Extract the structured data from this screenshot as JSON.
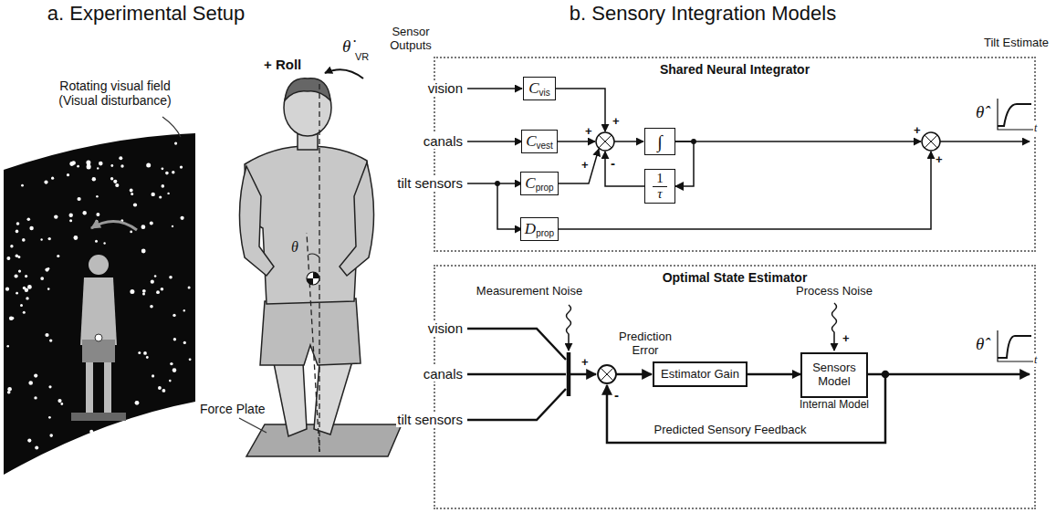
{
  "diagram": {
    "nodes": [
      {
        "text": [
          "Shared Neural Integrator"
        ]
      },
      {
        "text": [
          "C",
          "vis"
        ],
        "in": 0
      },
      {
        "text": [
          "C",
          "vest"
        ],
        "in": 0
      },
      {
        "text": [
          "C",
          "prop"
        ],
        "in": 0
      },
      {
        "text": [
          "∫"
        ],
        "in": 0
      },
      {
        "text": [
          "1",
          "τ"
        ],
        "in": 0
      },
      {
        "text": [
          "D",
          "prop"
        ],
        "in": 0
      },
      {
        "text": [
          "Optimal State Estimator"
        ]
      },
      {
        "text": [
          "Estimator Gain"
        ],
        "in": 7
      },
      {
        "text": [
          "Sensors Model",
          "Internal Model"
        ],
        "in": 7
      }
    ],
    "edges": [
      {
        "from": 4,
        "to": 5,
        "arrow": "to"
      },
      {
        "from": 8,
        "to": 9,
        "arrow": "to"
      }
    ],
    "labels": [
      "a. Experimental Setup",
      "b. Sensory Integration Models",
      "Rotating visual field (Visual disturbance)",
      "+ Roll",
      "θ̇",
      "VR",
      "θ",
      "Force Plate",
      "Sensor Outputs",
      "Tilt Estimate",
      "vision",
      "canals",
      "tilt sensors",
      "+",
      "+",
      "+",
      "-",
      "+",
      "+",
      "θ̂",
      "t",
      "vision",
      "canals",
      "tilt sensors",
      "Measurement Noise",
      "Process Noise",
      "+",
      "Prediction Error",
      "+",
      "-",
      "Predicted Sensory Feedback",
      "θ̂",
      "t"
    ]
  }
}
